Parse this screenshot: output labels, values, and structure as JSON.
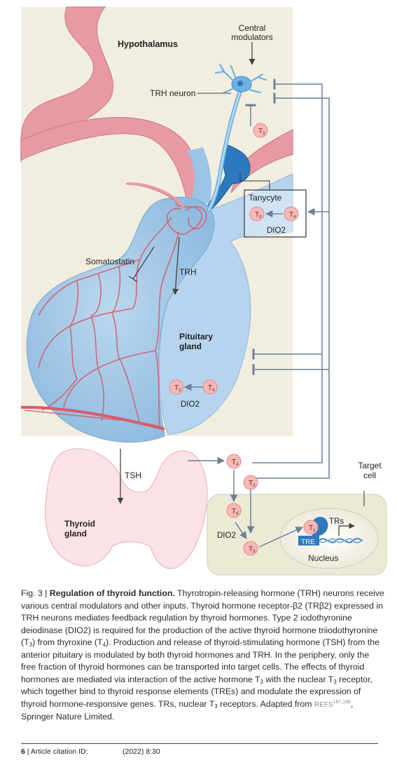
{
  "labels": {
    "hypothalamus": "Hypothalamus",
    "central_modulators_1": "Central",
    "central_modulators_2": "modulators",
    "trh_neuron": "TRH neuron",
    "tanycyte": "Tanycyte",
    "dio2": "DIO2",
    "somatostatin": "Somatostatin",
    "trh": "TRH",
    "pituitary_1": "Pituitary",
    "pituitary_2": "gland",
    "tsh": "TSH",
    "thyroid_1": "Thyroid",
    "thyroid_2": "gland",
    "target_1": "Target",
    "target_2": "cell",
    "trs": "TRs",
    "tre": "TRE",
    "nucleus": "Nucleus",
    "t3": "T",
    "t3_sub": "3",
    "t4": "T",
    "t4_sub": "4"
  },
  "caption": {
    "fig": "Fig. 3",
    "title": "Regulation of thyroid function.",
    "t1": " Thyrotropin-releasing hormone (TRH) neurons receive various central modulators and other inputs. Thyroid hormone receptor-β2 (TRβ2) expressed in TRH neurons mediates feedback regulation by thyroid hormones. Type 2 iodothyronine deiodinase (DIO2) is required for the production of the active thyroid hormone triiodothyronine (T",
    "s1": "3",
    "t2": ") from thyroxine (T",
    "s2": "4",
    "t3": "). Production and release of thyroid-stimulating hormone (TSH) from the anterior pituitary is modulated by both thyroid hormones and TRH. In the periphery, only the free fraction of thyroid hormones can be transported into target cells. The effects of thyroid hormones are mediated via interaction of the active hormone T",
    "s3": "3",
    "t4": " with the nuclear T",
    "s4": "3",
    "t5": " receptor, which together bind to thyroid response elements (TREs) and modulate the expression of thyroid hormone-responsive genes. TRs, nuclear T",
    "s5": "3",
    "t6": " receptors. Adapted from ",
    "refs": "REFS",
    "refs_sup": "187,188",
    "t7": ", Springer Nature Limited."
  },
  "footer": {
    "page": "6",
    "sep": " | Article citation ID:",
    "citation": "(2022) 8:30"
  },
  "colors": {
    "background_panel": "#f1eee0",
    "vessel": "#e89aa3",
    "pituitary": "#a9cbe8",
    "thyroid": "#fbe3e5",
    "hormone": "#f7b8b6",
    "arrow": "#6d7f95"
  }
}
